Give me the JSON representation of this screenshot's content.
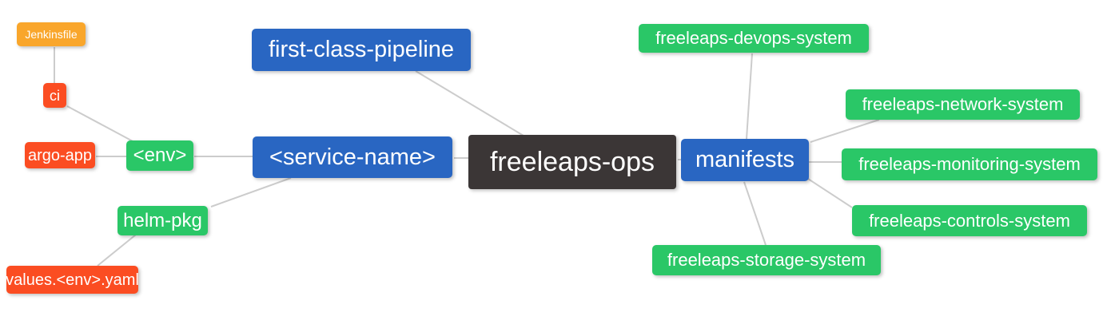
{
  "diagram": {
    "type": "mindmap",
    "root_label": "freeleaps-ops",
    "palette": {
      "branch_blue": "#2966C2",
      "leaf_green": "#2AC767",
      "leaf_red": "#FB4D22",
      "leaf_orange": "#F9A62B",
      "root_dark": "#3B3636",
      "edge_gray": "#CCCCCC",
      "text_white": "#FFFFFF",
      "background": "#FFFFFF"
    },
    "nodes": {
      "jenkinsfile": {
        "label": "Jenkinsfile",
        "color": "#F9A62B"
      },
      "ci": {
        "label": "ci",
        "color": "#FB4D22"
      },
      "argo_app": {
        "label": "argo-app",
        "color": "#FB4D22"
      },
      "env": {
        "label": "<env>",
        "color": "#2AC767"
      },
      "helm_pkg": {
        "label": "helm-pkg",
        "color": "#2AC767"
      },
      "values_env_yaml": {
        "label": "values.<env>.yaml",
        "color": "#FB4D22"
      },
      "first_class_pipeline": {
        "label": "first-class-pipeline",
        "color": "#2966C2"
      },
      "service_name": {
        "label": "<service-name>",
        "color": "#2966C2"
      },
      "freeleaps_ops": {
        "label": "freeleaps-ops",
        "color": "#3B3636"
      },
      "manifests": {
        "label": "manifests",
        "color": "#2966C2"
      },
      "devops_system": {
        "label": "freeleaps-devops-system",
        "color": "#2AC767"
      },
      "network_system": {
        "label": "freeleaps-network-system",
        "color": "#2AC767"
      },
      "monitoring_system": {
        "label": "freeleaps-monitoring-system",
        "color": "#2AC767"
      },
      "controls_system": {
        "label": "freeleaps-controls-system",
        "color": "#2AC767"
      },
      "storage_system": {
        "label": "freeleaps-storage-system",
        "color": "#2AC767"
      }
    },
    "edges": [
      {
        "from": "jenkinsfile",
        "to": "ci"
      },
      {
        "from": "ci",
        "to": "env"
      },
      {
        "from": "argo_app",
        "to": "env"
      },
      {
        "from": "env",
        "to": "service_name"
      },
      {
        "from": "helm_pkg",
        "to": "service_name"
      },
      {
        "from": "values_env_yaml",
        "to": "helm_pkg"
      },
      {
        "from": "first_class_pipeline",
        "to": "freeleaps_ops"
      },
      {
        "from": "service_name",
        "to": "freeleaps_ops"
      },
      {
        "from": "freeleaps_ops",
        "to": "manifests"
      },
      {
        "from": "manifests",
        "to": "devops_system"
      },
      {
        "from": "manifests",
        "to": "network_system"
      },
      {
        "from": "manifests",
        "to": "monitoring_system"
      },
      {
        "from": "manifests",
        "to": "controls_system"
      },
      {
        "from": "manifests",
        "to": "storage_system"
      }
    ]
  }
}
